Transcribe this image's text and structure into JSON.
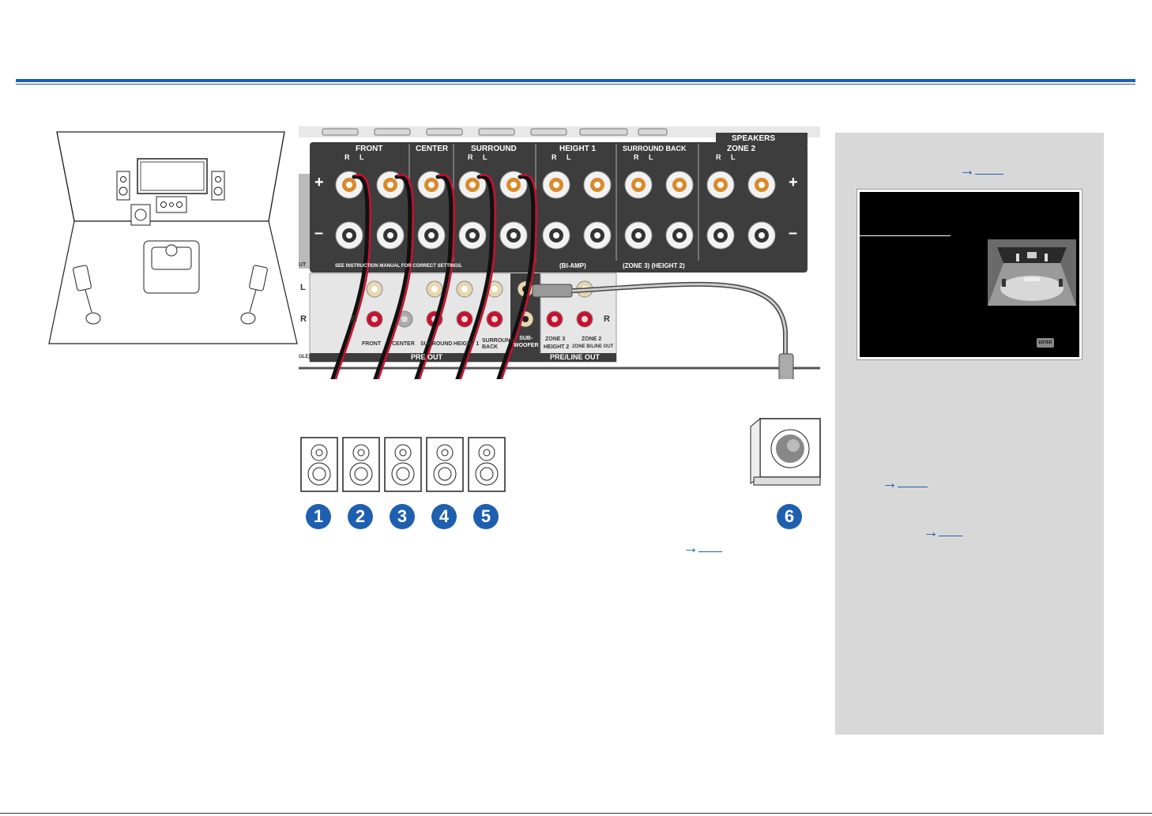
{
  "panel": {
    "speakers_header": "SPEAKERS",
    "groups": [
      {
        "label": "FRONT",
        "channels": "R     L"
      },
      {
        "label": "CENTER",
        "channels": ""
      },
      {
        "label": "SURROUND",
        "channels": "R     L"
      },
      {
        "label": "HEIGHT 1",
        "channels": "R     L"
      },
      {
        "label": "SURROUND BACK",
        "channels": "R     L"
      },
      {
        "label": "ZONE 2",
        "channels": "R     L"
      }
    ],
    "plus": "+",
    "minus": "–",
    "notice": "SEE INSTRUCTION MANUAL FOR CORRECT SETTINGS.",
    "bi_amp": "(BI-AMP)",
    "zone3_height2": "(ZONE 3)  (HEIGHT 2)",
    "pre_out": "PRE OUT",
    "pre_line_out": "PRE/LINE OUT",
    "subwoofer": "SUB-\nWOOFER",
    "rca_labels": [
      "FRONT",
      "CENTER",
      "SURROUND",
      "HEIGHT 1",
      "SURROUND BACK"
    ],
    "zone3": "ZONE 3",
    "height2": "HEIGHT 2",
    "zone2": "ZONE 2",
    "zone2_sub": "ZONE B/LINE OUT",
    "l": "L",
    "r": "R",
    "ut": "UT",
    "ole": "OLE)"
  },
  "numbers": [
    "1",
    "2",
    "3",
    "4",
    "5",
    "6"
  ],
  "ref_arrow": "→",
  "screen": {
    "enter": "ENTER"
  },
  "colors": {
    "accent": "#1f5fb0",
    "panel": "#3d3d3d",
    "sidebar": "#d8d8d8",
    "cable_red": "#c8102e"
  }
}
